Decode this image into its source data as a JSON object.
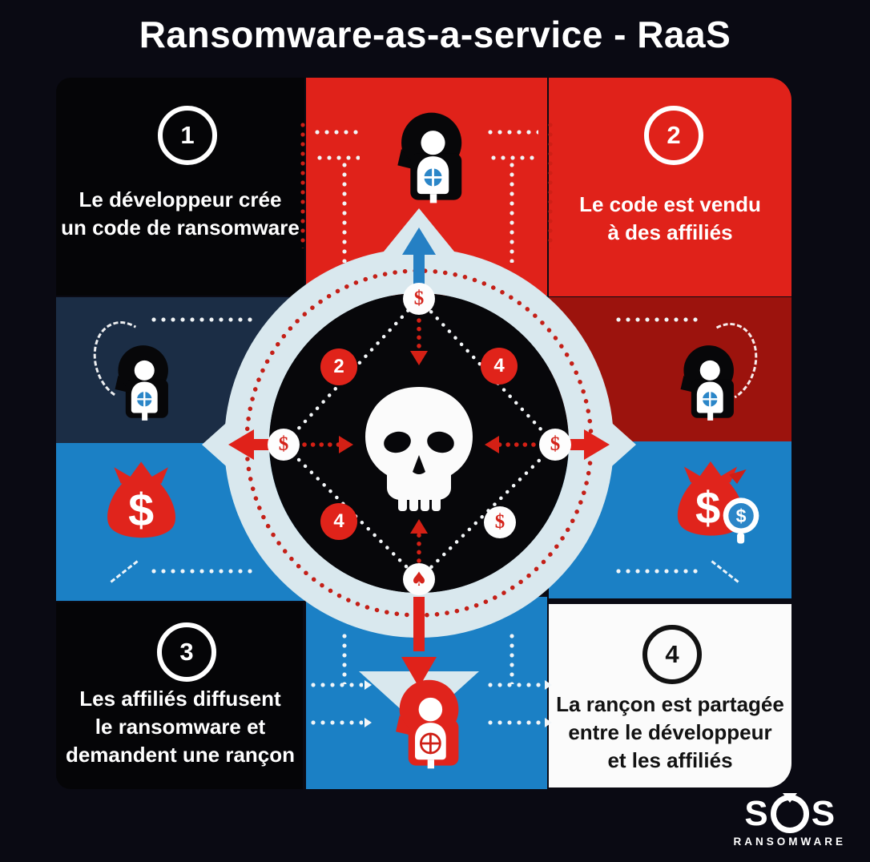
{
  "title": "Ransomware-as-a-service - RaaS",
  "quadrants": {
    "step1": {
      "badge": "1",
      "text": "Le développeur crée\nun code de ransomware"
    },
    "step2": {
      "badge": "2",
      "text": "Le code est vendu\nà des affiliés"
    },
    "step3": {
      "badge": "3",
      "text": "Les affiliés diffusent\nle ransomware et\ndemandent une rançon"
    },
    "step4": {
      "badge": "4",
      "text": "La rançon est partagée\nentre le développeur\net les affiliés"
    }
  },
  "center_diagram": {
    "skull_icon": "skull",
    "nodes": {
      "top": "$",
      "left": "$",
      "right": "$",
      "bottom_right": "$",
      "bottom": "♠",
      "edge_nw": "2",
      "edge_ne": "4",
      "edge_sw": "4"
    }
  },
  "icons": {
    "money_bag_left_dollar": "$",
    "money_bag_right_dollar": "$",
    "magnifier_dollar": "$"
  },
  "logo": {
    "s_left": "S",
    "s_right": "S",
    "subtitle": "RANSOMWARE"
  },
  "colors": {
    "background": "#0a0a13",
    "panel_black": "#050507",
    "red": "#e0221a",
    "dark_red": "#9c130d",
    "navy": "#1b2d45",
    "blue": "#1b80c5",
    "pale_ring": "#d9e8ee",
    "accent_red_dots": "#cf1f16",
    "target_blue": "#2b86c8",
    "white": "#ffffff"
  }
}
